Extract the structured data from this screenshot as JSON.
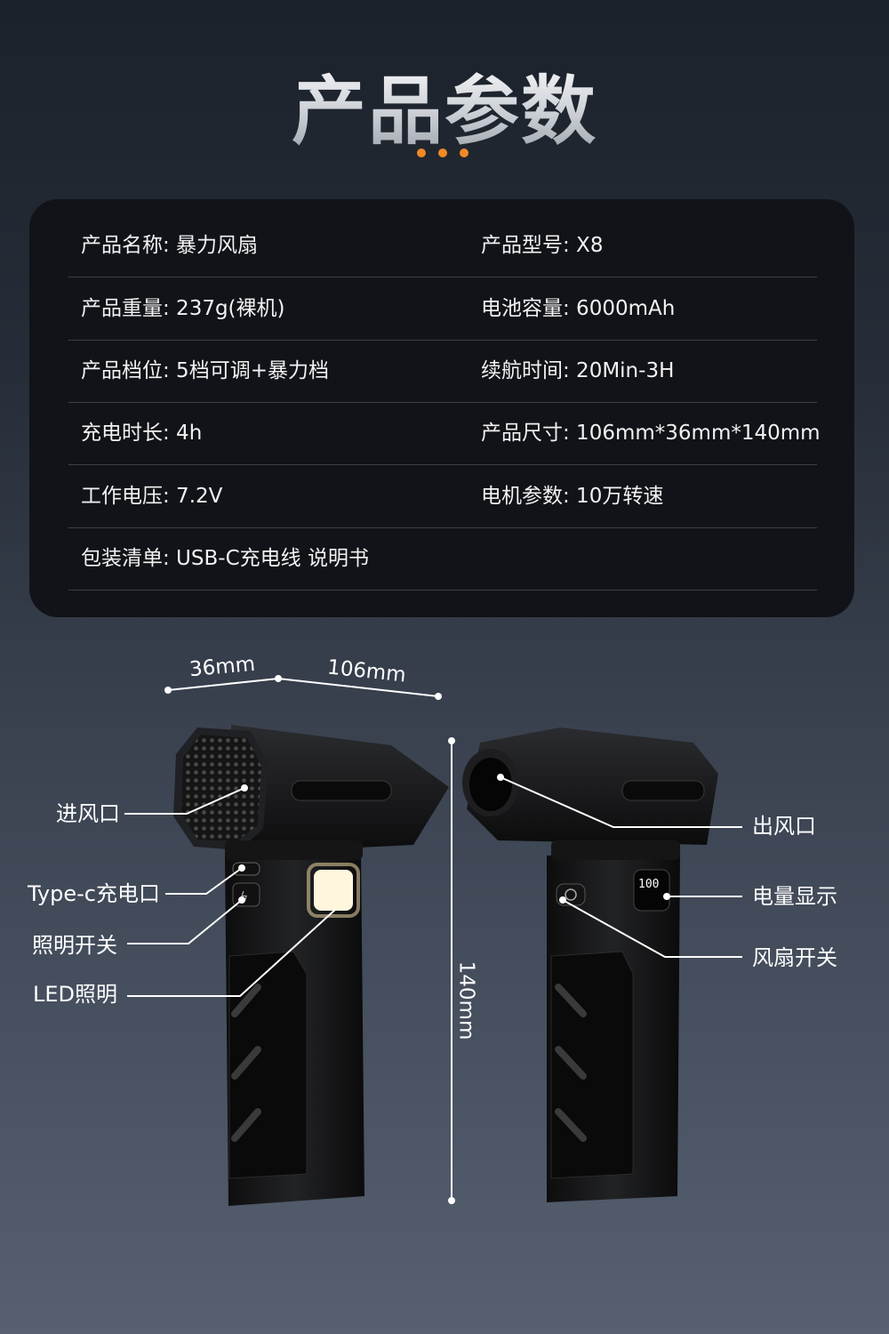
{
  "title": "产品参数",
  "specs": [
    {
      "left": "产品名称: 暴力风扇",
      "right": "产品型号: X8"
    },
    {
      "left": "产品重量: 237g(裸机)",
      "right": "电池容量: 6000mAh"
    },
    {
      "left": "产品档位: 5档可调+暴力档",
      "right": "续航时间: 20Min-3H"
    },
    {
      "left": "充电时长: 4h",
      "right": "产品尺寸: 106mm*36mm*140mm"
    },
    {
      "left": "工作电压: 7.2V",
      "right": "电机参数: 10万转速"
    },
    {
      "left": "包装清单: USB-C充电线 说明书",
      "right": ""
    }
  ],
  "dimensions": {
    "width_a": "36mm",
    "width_b": "106mm",
    "height": "140mm"
  },
  "left_labels": {
    "air_inlet": "进风口",
    "type_c": "Type-c充电口",
    "light_switch": "照明开关",
    "led": "LED照明"
  },
  "right_labels": {
    "air_outlet": "出风口",
    "battery_display": "电量显示",
    "fan_switch": "风扇开关"
  },
  "display_reading": "100",
  "colors": {
    "accent": "#f08a24",
    "card": "#111318"
  }
}
